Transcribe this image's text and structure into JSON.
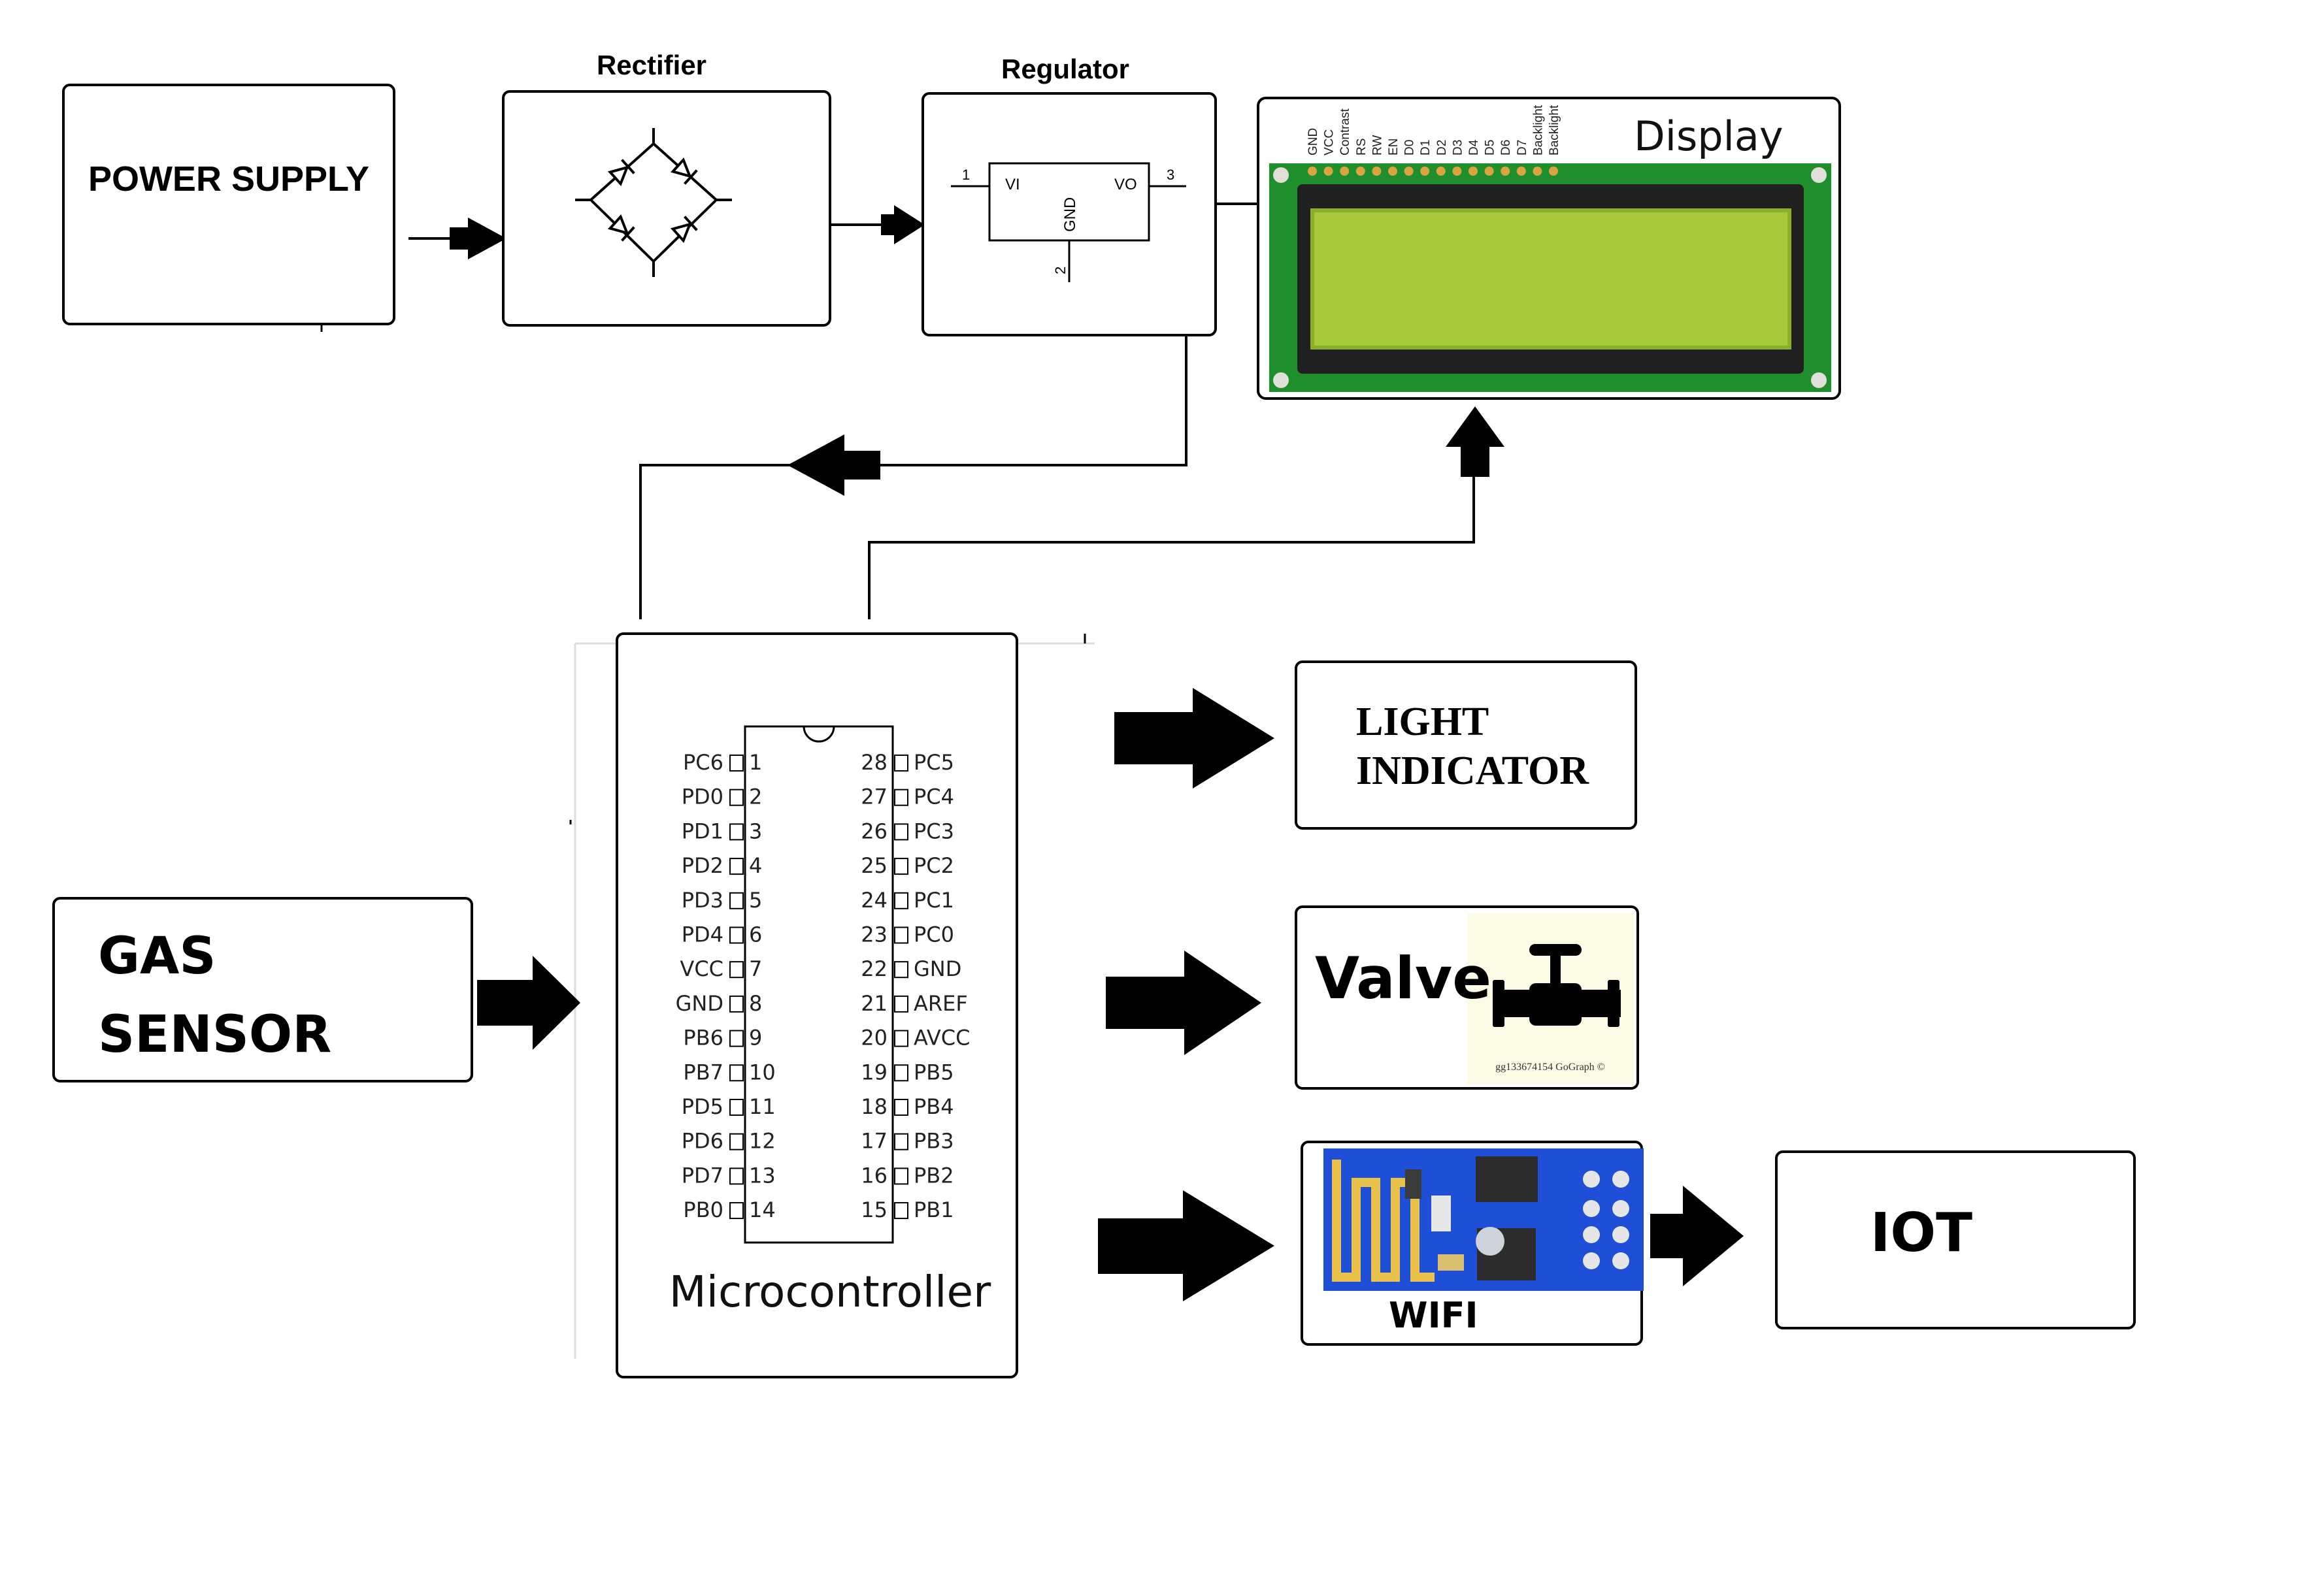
{
  "power_supply": {
    "label": "POWER SUPPLY"
  },
  "rectifier": {
    "title": "Rectifier"
  },
  "regulator": {
    "title": "Regulator",
    "pin_in": "VI",
    "pin_out": "VO",
    "pin_gnd": "GND",
    "pin1": "1",
    "pin2": "2",
    "pin3": "3"
  },
  "display": {
    "title": "Display",
    "pins": [
      "GND",
      "VCC",
      "Contrast",
      "RS",
      "RW",
      "EN",
      "D0",
      "D1",
      "D2",
      "D3",
      "D4",
      "D5",
      "D6",
      "D7",
      "Backlight",
      "Backlight"
    ],
    "colors": {
      "pcb": "#1f8f2e",
      "lcd": "#a6c83a",
      "bezel": "#222222"
    }
  },
  "microcontroller": {
    "label": "Microcontroller",
    "left_pins": [
      {
        "name": "PC6",
        "num": "1"
      },
      {
        "name": "PD0",
        "num": "2"
      },
      {
        "name": "PD1",
        "num": "3"
      },
      {
        "name": "PD2",
        "num": "4"
      },
      {
        "name": "PD3",
        "num": "5"
      },
      {
        "name": "PD4",
        "num": "6"
      },
      {
        "name": "VCC",
        "num": "7"
      },
      {
        "name": "GND",
        "num": "8"
      },
      {
        "name": "PB6",
        "num": "9"
      },
      {
        "name": "PB7",
        "num": "10"
      },
      {
        "name": "PD5",
        "num": "11"
      },
      {
        "name": "PD6",
        "num": "12"
      },
      {
        "name": "PD7",
        "num": "13"
      },
      {
        "name": "PB0",
        "num": "14"
      }
    ],
    "right_pins": [
      {
        "name": "PC5",
        "num": "28"
      },
      {
        "name": "PC4",
        "num": "27"
      },
      {
        "name": "PC3",
        "num": "26"
      },
      {
        "name": "PC2",
        "num": "25"
      },
      {
        "name": "PC1",
        "num": "24"
      },
      {
        "name": "PC0",
        "num": "23"
      },
      {
        "name": "GND",
        "num": "22"
      },
      {
        "name": "AREF",
        "num": "21"
      },
      {
        "name": "AVCC",
        "num": "20"
      },
      {
        "name": "PB5",
        "num": "19"
      },
      {
        "name": "PB4",
        "num": "18"
      },
      {
        "name": "PB3",
        "num": "17"
      },
      {
        "name": "PB2",
        "num": "16"
      },
      {
        "name": "PB1",
        "num": "15"
      }
    ]
  },
  "gas_sensor": {
    "line1": "GAS",
    "line2": "SENSOR"
  },
  "light_indicator": {
    "line1": "LIGHT",
    "line2": "INDICATOR"
  },
  "valve": {
    "label": "Valve",
    "watermark": "gg133674154 GoGraph ©"
  },
  "wifi": {
    "label": "WIFI",
    "colors": {
      "board": "#1f4fd6",
      "antenna": "#e8c24a"
    }
  },
  "iot": {
    "label": "IOT"
  }
}
